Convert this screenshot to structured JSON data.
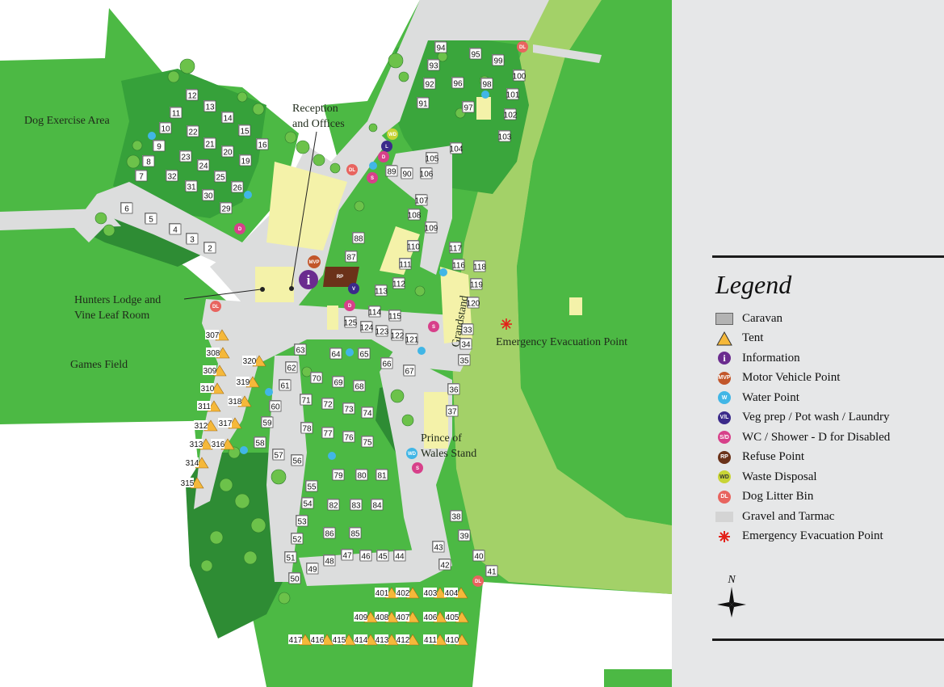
{
  "map_labels": {
    "dog_exercise": "Dog Exercise Area",
    "reception": [
      "Reception",
      "and Offices"
    ],
    "hunters": [
      "Hunters Lodge and",
      "Vine Leaf Room"
    ],
    "games": "Games Field",
    "grandstand": "Grandstand",
    "prince": [
      "Prince of",
      "Wales Stand"
    ],
    "evacuation": "Emergency Evacuation Point"
  },
  "pitches": {
    "caravan": [
      "6",
      "5",
      "4",
      "3",
      "2",
      "7",
      "8",
      "9",
      "10",
      "11",
      "12",
      "13",
      "14",
      "15",
      "16",
      "19",
      "20",
      "21",
      "22",
      "23",
      "24",
      "25",
      "26",
      "29",
      "30",
      "31",
      "32",
      "33",
      "34",
      "35",
      "36",
      "37",
      "38",
      "39",
      "40",
      "41",
      "42",
      "43",
      "44",
      "45",
      "46",
      "47",
      "48",
      "49",
      "50",
      "51",
      "52",
      "53",
      "54",
      "55",
      "56",
      "57",
      "58",
      "59",
      "60",
      "61",
      "62",
      "63",
      "64",
      "65",
      "66",
      "67",
      "68",
      "69",
      "70",
      "71",
      "72",
      "73",
      "74",
      "75",
      "76",
      "77",
      "78",
      "79",
      "80",
      "81",
      "82",
      "83",
      "84",
      "85",
      "86",
      "87",
      "88",
      "89",
      "90",
      "91",
      "92",
      "93",
      "94",
      "95",
      "96",
      "97",
      "98",
      "99",
      "100",
      "101",
      "102",
      "103",
      "104",
      "105",
      "106",
      "107",
      "108",
      "109",
      "110",
      "111",
      "112",
      "113",
      "114",
      "115",
      "116",
      "117",
      "118",
      "119",
      "120",
      "121",
      "122",
      "123",
      "124",
      "125"
    ],
    "tent": [
      "307",
      "308",
      "309",
      "310",
      "311",
      "312",
      "313",
      "314",
      "315",
      "316",
      "317",
      "318",
      "319",
      "320",
      "401",
      "402",
      "403",
      "404",
      "405",
      "406",
      "407",
      "408",
      "409",
      "410",
      "411",
      "412",
      "413",
      "414",
      "415",
      "416",
      "417"
    ]
  },
  "symbols": {
    "information": "i",
    "mvp": "MVP",
    "refuse": "RP",
    "water": "W",
    "vegprep": "V",
    "vegprep_short": "L",
    "shower": "S",
    "disabled": "D",
    "waste": "WD",
    "dog_litter": "DL"
  },
  "legend": {
    "title": "Legend",
    "items": [
      {
        "key": "caravan",
        "label": "Caravan",
        "symbol": ""
      },
      {
        "key": "tent",
        "label": "Tent",
        "symbol": ""
      },
      {
        "key": "information",
        "label": "Information",
        "symbol": "i",
        "color": "#6b2c8f"
      },
      {
        "key": "mvp",
        "label": "Motor Vehicle Point",
        "symbol": "MVP",
        "color": "#c2562a"
      },
      {
        "key": "water",
        "label": "Water Point",
        "symbol": "W",
        "color": "#41b6e6"
      },
      {
        "key": "vegprep",
        "label": "Veg prep / Pot wash / Laundry",
        "symbol": "V/L",
        "color": "#3b2a8a"
      },
      {
        "key": "shower",
        "label": "WC / Shower - D for Disabled",
        "symbol": "S/D",
        "color": "#d7408a"
      },
      {
        "key": "refuse",
        "label": "Refuse Point",
        "symbol": "RP",
        "color": "#6b3219"
      },
      {
        "key": "waste",
        "label": "Waste Disposal",
        "symbol": "WD",
        "color": "#c8d435"
      },
      {
        "key": "dog_litter",
        "label": "Dog Litter Bin",
        "symbol": "DL",
        "color": "#e8645f"
      },
      {
        "key": "gravel",
        "label": "Gravel and Tarmac",
        "symbol": ""
      },
      {
        "key": "evacuation",
        "label": "Emergency Evacuation Point",
        "symbol": "*",
        "color": "#e32119"
      }
    ]
  },
  "colors": {
    "grass": "#4cb944",
    "dark_grass": "#2e8c34",
    "track": "#a3d168",
    "gravel": "#dcdddd",
    "light_yellow": "#f4f2a9",
    "legend_bg": "#e6e7e8"
  },
  "compass": {
    "north_label": "N"
  }
}
